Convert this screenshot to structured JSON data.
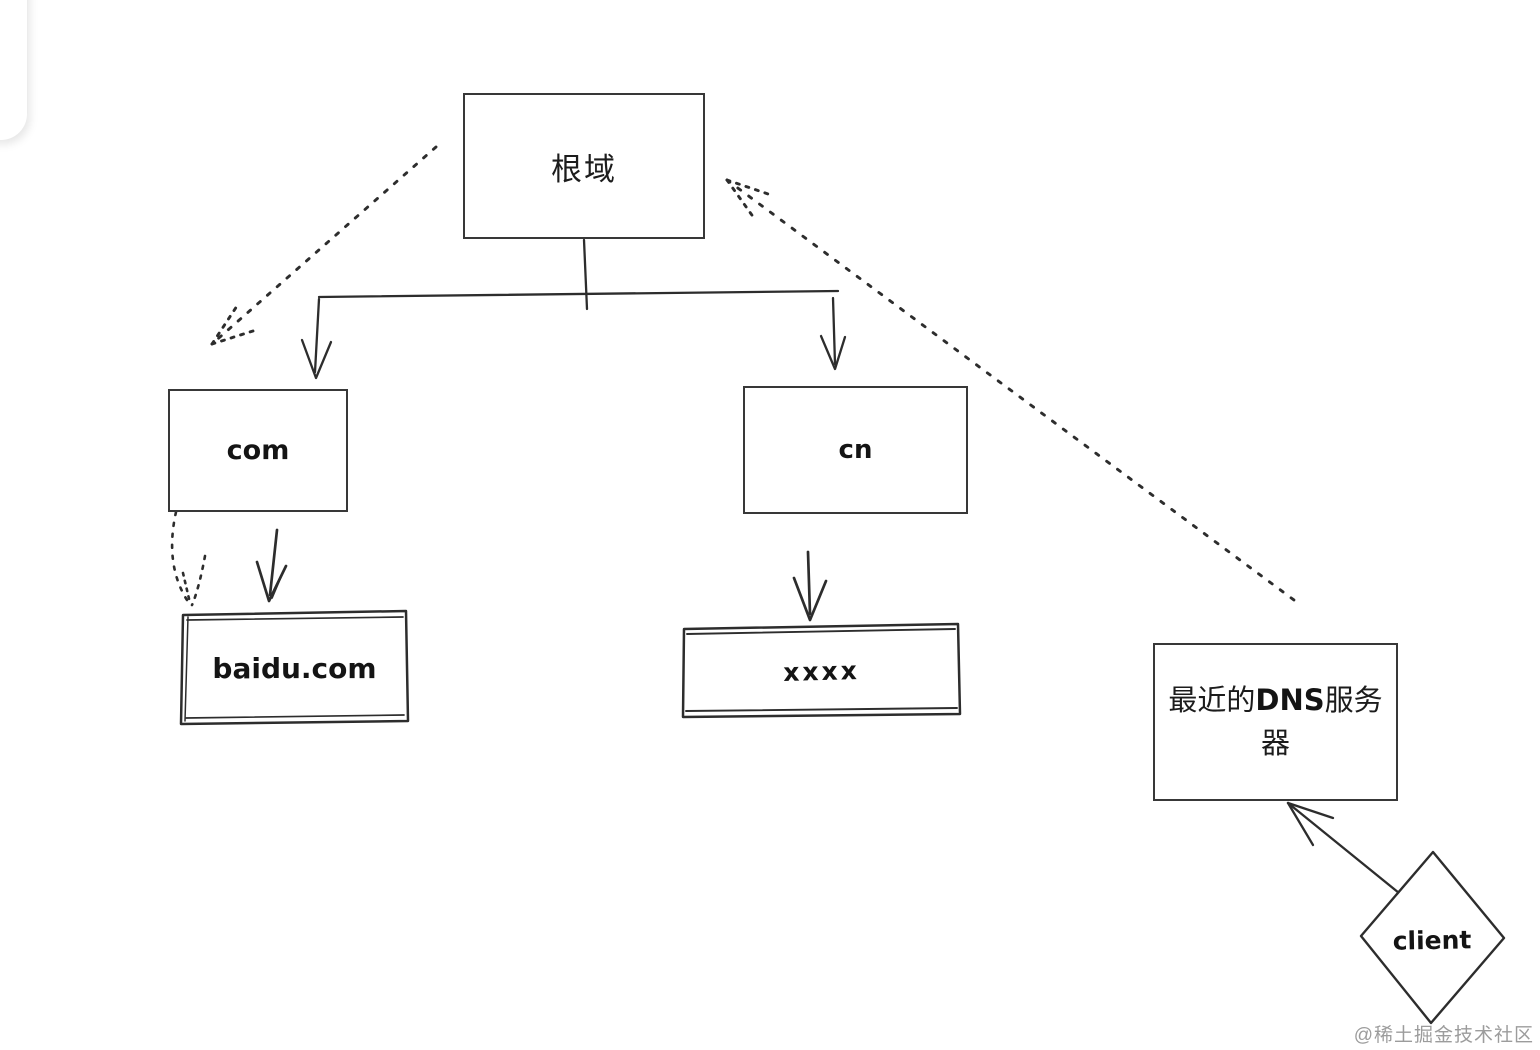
{
  "page": {
    "background": "#ffffff"
  },
  "watermark": {
    "text": "@稀土掘金技术社区",
    "color": "#9c9c9c"
  },
  "diagram": {
    "type": "dns-hierarchy-sketch",
    "stroke_color": "#2d2d2d",
    "nodes": {
      "root": {
        "label": "根域"
      },
      "com": {
        "label": "com"
      },
      "cn": {
        "label": "cn"
      },
      "baidu": {
        "label": "baidu.com"
      },
      "xxxx": {
        "label": "xxxx"
      },
      "dns": {
        "label": "最近的DNS服务器",
        "prefix": "最近的",
        "acronym": "DNS",
        "suffix": "服务",
        "line2": "器"
      },
      "client": {
        "label": "client"
      }
    },
    "edges": [
      {
        "from": "root",
        "to": "com",
        "style": "solid-arrow"
      },
      {
        "from": "root",
        "to": "cn",
        "style": "solid-arrow"
      },
      {
        "from": "com",
        "to": "baidu",
        "style": "solid-arrow"
      },
      {
        "from": "com",
        "to": "baidu",
        "style": "dotted-arrow"
      },
      {
        "from": "cn",
        "to": "xxxx",
        "style": "solid-arrow"
      },
      {
        "from": "root",
        "to": "com-side",
        "style": "dotted-arrow"
      },
      {
        "from": "dns",
        "to": "root",
        "style": "dotted-arrow"
      },
      {
        "from": "client",
        "to": "dns",
        "style": "solid-arrow"
      }
    ]
  }
}
